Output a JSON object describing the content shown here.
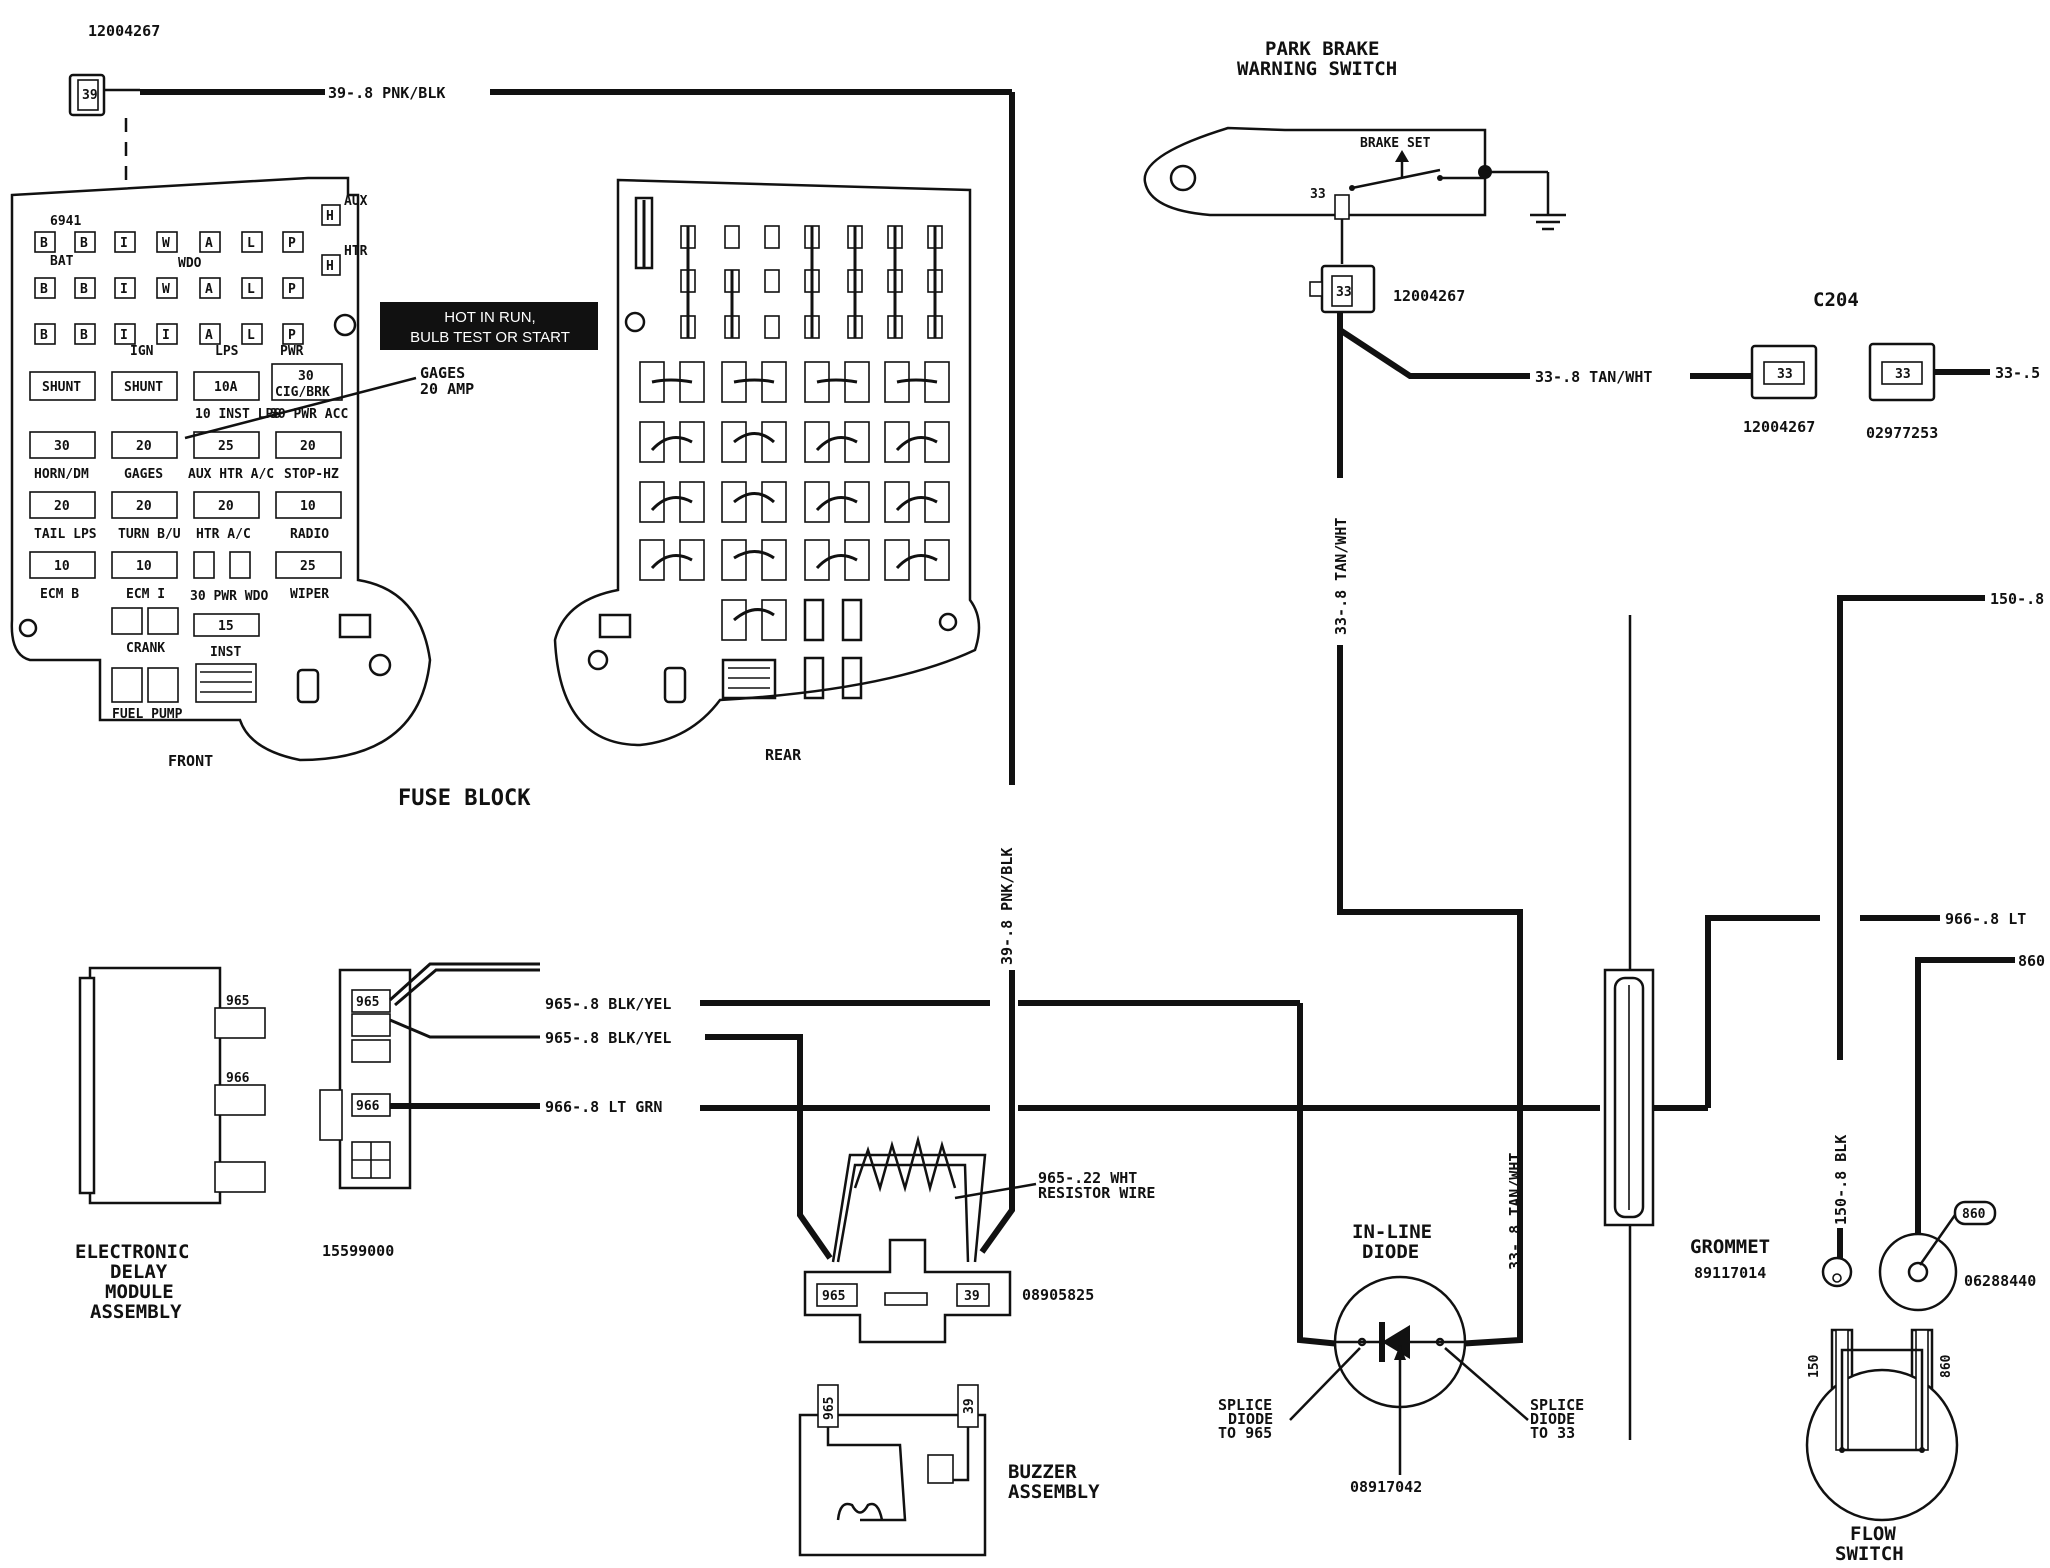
{
  "top_connector": {
    "part": "12004267",
    "pin": "39",
    "wire": "39-.8 PNK/BLK"
  },
  "park_brake": {
    "title_line1": "PARK BRAKE",
    "title_line2": "WARNING SWITCH",
    "brake_set": "BRAKE SET",
    "pin": "33"
  },
  "brake_connector": {
    "part": "12004267",
    "pin": "33"
  },
  "c204": {
    "title": "C204",
    "wire_left": "33-.8 TAN/WHT",
    "left_part": "12004267",
    "right_part": "02977253",
    "pin_left": "33",
    "pin_right": "33",
    "wire_right": "33-.5"
  },
  "fuse_block": {
    "title": "FUSE BLOCK",
    "front": "FRONT",
    "rear": "REAR",
    "callout": {
      "line1": "HOT IN RUN,",
      "line2": "BULB TEST OR START"
    },
    "gages_label": {
      "line1": "GAGES",
      "line2": "20 AMP"
    },
    "side_labels": {
      "aux": "AUX",
      "htr": "HTR",
      "h": "H"
    },
    "header": {
      "left": "6941",
      "bat": "BAT",
      "wdo": "WDO",
      "ign": "IGN",
      "lps": "LPS",
      "pwr": "PWR"
    },
    "letters": [
      "B",
      "B",
      "I",
      "W",
      "A",
      "L",
      "P"
    ],
    "letters2": [
      "B",
      "B",
      "I",
      "I",
      "A",
      "L",
      "P"
    ],
    "fuses": [
      {
        "val": "SHUNT",
        "label": ""
      },
      {
        "val": "SHUNT",
        "label": ""
      },
      {
        "val": "10A",
        "label": "10 INST LPS"
      },
      {
        "val": "30",
        "label": "CIG/BRK"
      },
      {
        "val": "30",
        "label": "HORN/DM"
      },
      {
        "val": "20",
        "label": "GAGES"
      },
      {
        "val": "25",
        "label": "AUX HTR A/C"
      },
      {
        "val": "20",
        "label": "STOP-HZ"
      },
      {
        "val": "20",
        "label": "TAIL LPS"
      },
      {
        "val": "20",
        "label": "TURN B/U"
      },
      {
        "val": "20",
        "label": "HTR A/C"
      },
      {
        "val": "10",
        "label": "RADIO"
      },
      {
        "val": "10",
        "label": "ECM B"
      },
      {
        "val": "10",
        "label": "ECM I"
      },
      {
        "val": "",
        "label": "30 PWR WDO"
      },
      {
        "val": "25",
        "label": "WIPER"
      }
    ],
    "small": {
      "pwr_acc": "30 PWR ACC",
      "crank": "CRANK",
      "inst": "INST",
      "fuel_pump": "FUEL PUMP",
      "v15": "15",
      "v10": "10"
    }
  },
  "edm": {
    "line1": "ELECTRONIC",
    "line2": "DELAY",
    "line3": "MODULE",
    "line4": "ASSEMBLY",
    "pin_a": "965",
    "pin_b": "966"
  },
  "connector_15599000": {
    "part": "15599000",
    "pin_a": "965",
    "pin_b": "966"
  },
  "wires": {
    "w965a": "965-.8 BLK/YEL",
    "w965b": "965-.8 BLK/YEL",
    "w966": "966-.8 LT GRN",
    "w39v": "39-.8 PNK/BLK",
    "w33v": "33-.8 TAN/WHT",
    "w33v2": "33-.8 TAN/WHT",
    "w966r": "966-.8 LT",
    "w150": "150-.8",
    "w150v": "150-.8 BLK",
    "w860": "860"
  },
  "resistor": {
    "line1": "965-.22 WHT",
    "line2": "RESISTOR WIRE",
    "part": "08905825",
    "pin_a": "965",
    "pin_b": "39"
  },
  "buzzer": {
    "line1": "BUZZER",
    "line2": "ASSEMBLY",
    "pin_a": "965",
    "pin_b": "39"
  },
  "diode": {
    "line1": "IN-LINE",
    "line2": "DIODE",
    "part": "08917042",
    "splice_l1": "SPLICE",
    "splice_l2": "DIODE",
    "splice_l3": "TO 965",
    "splice_r1": "SPLICE",
    "splice_r2": "DIODE",
    "splice_r3": "TO 33"
  },
  "grommet": {
    "title": "GROMMET",
    "part": "89117014"
  },
  "flow_switch": {
    "line1": "FLOW",
    "line2": "SWITCH",
    "part": "06288440",
    "pin_a": "860",
    "pin_l": "150",
    "pin_r": "860"
  }
}
